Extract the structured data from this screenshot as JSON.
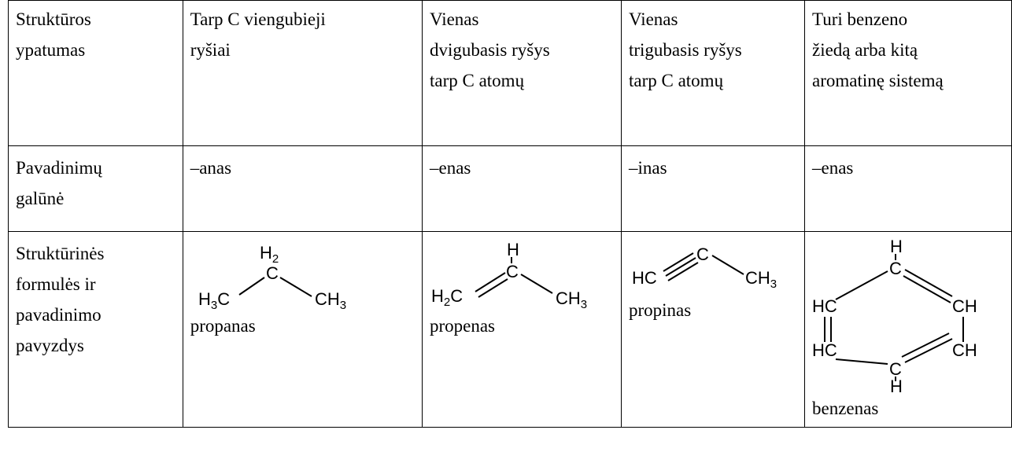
{
  "header_row": {
    "label": [
      "Struktūros",
      "ypatumas"
    ],
    "alkanes": [
      "Tarp C viengubieji",
      "ryšiai"
    ],
    "alkenes": [
      "Vienas",
      "dvigubasis ryšys",
      "tarp C atomų"
    ],
    "alkynes": [
      "Vienas",
      "trigubasis ryšys",
      "tarp C atomų"
    ],
    "arenes": [
      "Turi benzeno",
      "žiedą arba kitą",
      "aromatinę sistemą"
    ]
  },
  "ending_row": {
    "label": [
      "Pavadinimų",
      "galūnė"
    ],
    "alkanes": "–anas",
    "alkenes": "–enas",
    "alkynes": "–inas",
    "arenes": "–enas"
  },
  "example_row": {
    "label": [
      "Struktūrinės",
      "formulės ir",
      "pavadinimo",
      "pavyzdys"
    ],
    "alkanes": {
      "name": "propanas",
      "atoms": {
        "top_h": "H",
        "top_h_sub": "2",
        "center": "C",
        "left": "H",
        "left_sub": "3",
        "left_c": "C",
        "right": "CH",
        "right_sub": "3"
      }
    },
    "alkenes": {
      "name": "propenas",
      "atoms": {
        "top": "H",
        "center": "C",
        "left": "H",
        "left_sub": "2",
        "left_c": "C",
        "right": "CH",
        "right_sub": "3"
      }
    },
    "alkynes": {
      "name": "propinas",
      "atoms": {
        "left": "HC",
        "center": "C",
        "right": "CH",
        "right_sub": "3"
      }
    },
    "arenes": {
      "name": "benzenas",
      "atoms": {
        "top_h": "H",
        "top_c": "C",
        "upper_left": "HC",
        "upper_right": "CH",
        "lower_left": "HC",
        "lower_right": "CH",
        "bottom_c": "C",
        "bottom_h": "H"
      }
    }
  }
}
